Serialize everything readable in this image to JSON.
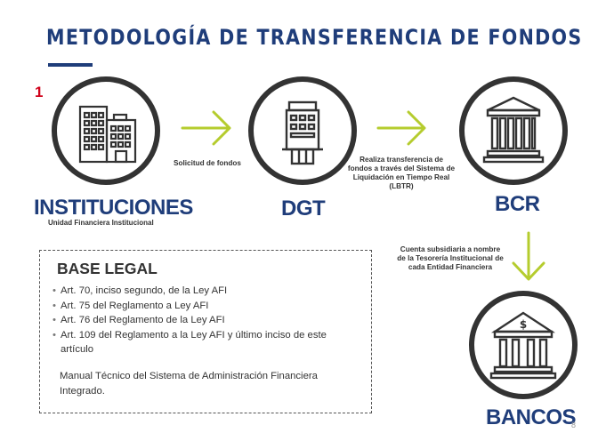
{
  "title": "METODOLOGÍA DE TRANSFERENCIA DE FONDOS",
  "step_number": "1",
  "nodes": {
    "instituciones": {
      "label": "INSTITUCIONES",
      "sublabel": "Unidad Financiera Institucional",
      "icon": "office-buildings-icon"
    },
    "dgt": {
      "label": "DGT",
      "icon": "government-building-icon"
    },
    "bcr": {
      "label": "BCR",
      "icon": "columns-building-icon"
    },
    "bancos": {
      "label": "BANCOS",
      "icon": "bank-dollar-icon"
    }
  },
  "edges": {
    "instituciones_dgt": "Solicitud de fondos",
    "dgt_bcr": "Realiza transferencia de fondos a través del Sistema de Liquidación en Tiempo Real (LBTR)",
    "bcr_bancos": "Cuenta subsidiaria a nombre de la Tesorería Institucional de cada Entidad Financiera"
  },
  "legal": {
    "title": "BASE LEGAL",
    "items": [
      "Art. 70, inciso segundo, de la Ley AFI",
      "Art. 75 del Reglamento a Ley AFI",
      "Art. 76 del Reglamento de la Ley AFI",
      "Art. 109 del Reglamento a la Ley AFI y último inciso de este artículo"
    ],
    "note": "Manual Técnico del Sistema de Administración Financiera Integrado."
  },
  "page_number": "8",
  "colors": {
    "title": "#1f3d7a",
    "arrow": "#b5cc2e",
    "step_number": "#d0021b",
    "circle_stroke": "#333333"
  }
}
